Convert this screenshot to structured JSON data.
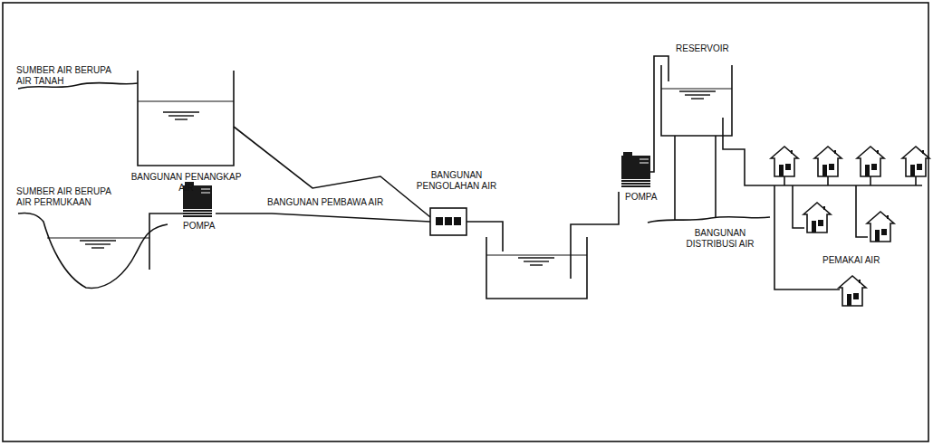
{
  "diagram": {
    "labels": [
      "SUMBER AIR BERUPA AIR TANAH",
      "BANGUNAN PENANGKAP AIR",
      "BANGUNAN PEMBAWA AIR",
      "SUMBER AIR BERUPA AIR PERMUKAAN",
      "POMPA",
      "BANGUNAN PENGOLAHAN AIR",
      "POMPA",
      "RESERVOIR",
      "BANGUNAN DISTRIBUSI AIR",
      "PEMAKAI AIR"
    ]
  }
}
